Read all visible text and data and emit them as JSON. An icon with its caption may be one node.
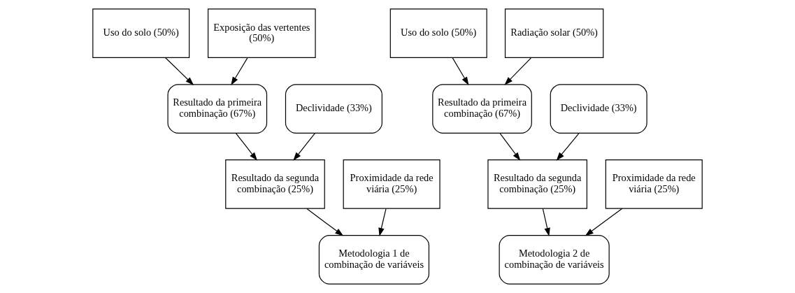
{
  "diagram": {
    "nodes": [
      {
        "text": [
          "Uso do solo (50%)"
        ]
      },
      {
        "text": [
          "Exposição das vertentes (50%)"
        ]
      },
      {
        "text": [
          "Resultado da primeira combinação (67%)"
        ]
      },
      {
        "text": [
          "Declividade (33%)"
        ]
      },
      {
        "text": [
          "Resultado da segunda combinação (25%)"
        ]
      },
      {
        "text": [
          "Proximidade da rede viária (25%)"
        ]
      },
      {
        "text": [
          "Metodologia 1 de combinação de variáveis"
        ]
      },
      {
        "text": [
          "Uso do solo (50%)"
        ]
      },
      {
        "text": [
          "Radiação solar (50%)"
        ]
      },
      {
        "text": [
          "Resultado da primeira combinação (67%)"
        ]
      },
      {
        "text": [
          "Declividade (33%)"
        ]
      },
      {
        "text": [
          "Resultado da segunda combinação (25%)"
        ]
      },
      {
        "text": [
          "Proximidade da rede viária (25%)"
        ]
      },
      {
        "text": [
          "Metodologia 2 de combinação de variáveis"
        ]
      }
    ],
    "edges": [
      {
        "from": 0,
        "to": 2,
        "arrow": "to"
      },
      {
        "from": 1,
        "to": 2,
        "arrow": "to"
      },
      {
        "from": 2,
        "to": 4,
        "arrow": "to"
      },
      {
        "from": 3,
        "to": 4,
        "arrow": "to"
      },
      {
        "from": 4,
        "to": 6,
        "arrow": "to"
      },
      {
        "from": 5,
        "to": 6,
        "arrow": "to"
      },
      {
        "from": 7,
        "to": 9,
        "arrow": "to"
      },
      {
        "from": 8,
        "to": 9,
        "arrow": "to"
      },
      {
        "from": 9,
        "to": 11,
        "arrow": "to"
      },
      {
        "from": 10,
        "to": 11,
        "arrow": "to"
      },
      {
        "from": 11,
        "to": 13,
        "arrow": "to"
      },
      {
        "from": 12,
        "to": 13,
        "arrow": "to"
      }
    ]
  }
}
